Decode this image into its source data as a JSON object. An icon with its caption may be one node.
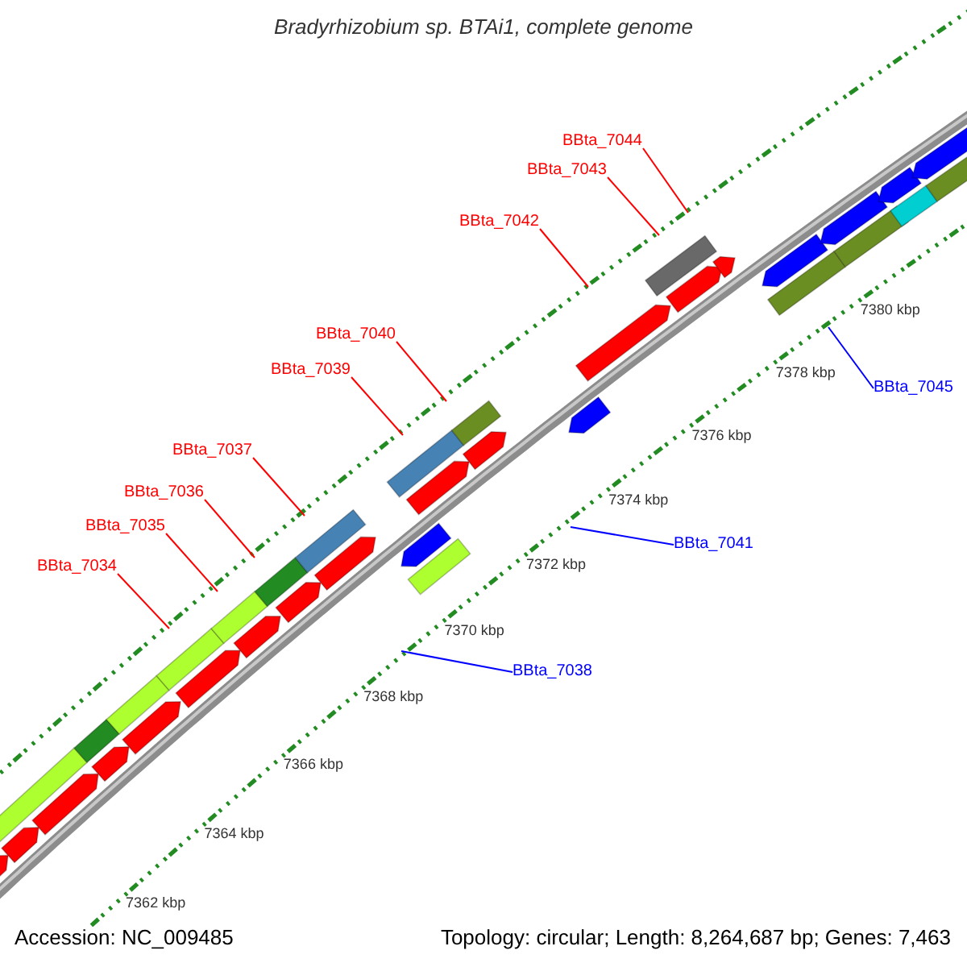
{
  "diagram": {
    "title": "Bradyrhizobium sp. BTAi1, complete genome",
    "nodes": [
      {
        "text": [
          "BBta_7044"
        ]
      },
      {
        "text": [
          "BBta_7043"
        ]
      },
      {
        "text": [
          "BBta_7042"
        ]
      },
      {
        "text": [
          "BBta_7040"
        ]
      },
      {
        "text": [
          "BBta_7039"
        ]
      },
      {
        "text": [
          "BBta_7037"
        ]
      },
      {
        "text": [
          "BBta_7036"
        ]
      },
      {
        "text": [
          "BBta_7035"
        ]
      },
      {
        "text": [
          "BBta_7034"
        ]
      },
      {
        "text": [
          "BBta_7045"
        ]
      },
      {
        "text": [
          "BBta_7041"
        ]
      },
      {
        "text": [
          "BBta_7038"
        ]
      }
    ],
    "edges": [
      {
        "from": 0,
        "to": null,
        "arrow": "none"
      },
      {
        "from": 1,
        "to": null,
        "arrow": "none"
      },
      {
        "from": 2,
        "to": null,
        "arrow": "none"
      },
      {
        "from": 3,
        "to": null,
        "arrow": "none"
      },
      {
        "from": 4,
        "to": null,
        "arrow": "none"
      },
      {
        "from": 5,
        "to": null,
        "arrow": "none"
      },
      {
        "from": 6,
        "to": null,
        "arrow": "none"
      },
      {
        "from": 7,
        "to": null,
        "arrow": "none"
      },
      {
        "from": 8,
        "to": null,
        "arrow": "none"
      },
      {
        "from": 9,
        "to": null,
        "arrow": "none",
        "color": "#0000ff"
      },
      {
        "from": 10,
        "to": null,
        "arrow": "none",
        "color": "#0000ff"
      },
      {
        "from": 11,
        "to": null,
        "arrow": "none",
        "color": "#0000ff"
      }
    ],
    "labels": [
      "7362 kbp",
      "7364 kbp",
      "7366 kbp",
      "7368 kbp",
      "7370 kbp",
      "7372 kbp",
      "7374 kbp",
      "7376 kbp",
      "7378 kbp",
      "7380 kbp",
      "Accession: NC_009485",
      "Topology: circular; Length: 8,264,687 bp; Genes: 7,463"
    ]
  }
}
